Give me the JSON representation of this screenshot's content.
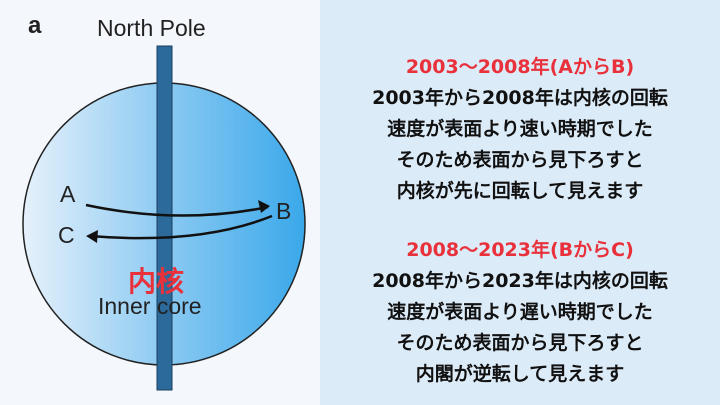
{
  "diagram": {
    "panel_letter": "a",
    "north_pole": "North Pole",
    "point_a": "A",
    "point_b": "B",
    "point_c": "C",
    "inner_core_jp": "内核",
    "inner_core_en": "Inner core"
  },
  "colors": {
    "red": "#e8313a",
    "pole": "#2b6a9a",
    "globe": "#5ab4ea"
  },
  "section1": {
    "heading": "2003〜2008年(AからB)",
    "lines": [
      "2003年から2008年は内核の回転",
      "速度が表面より速い時期でした",
      "そのため表面から見下ろすと",
      "内核が先に回転して見えます"
    ]
  },
  "section2": {
    "heading": "2008〜2023年(BからC)",
    "lines": [
      "2008年から2023年は内核の回転",
      "速度が表面より遅い時期でした",
      "そのため表面から見下ろすと",
      "内閣が逆転して見えます"
    ]
  }
}
